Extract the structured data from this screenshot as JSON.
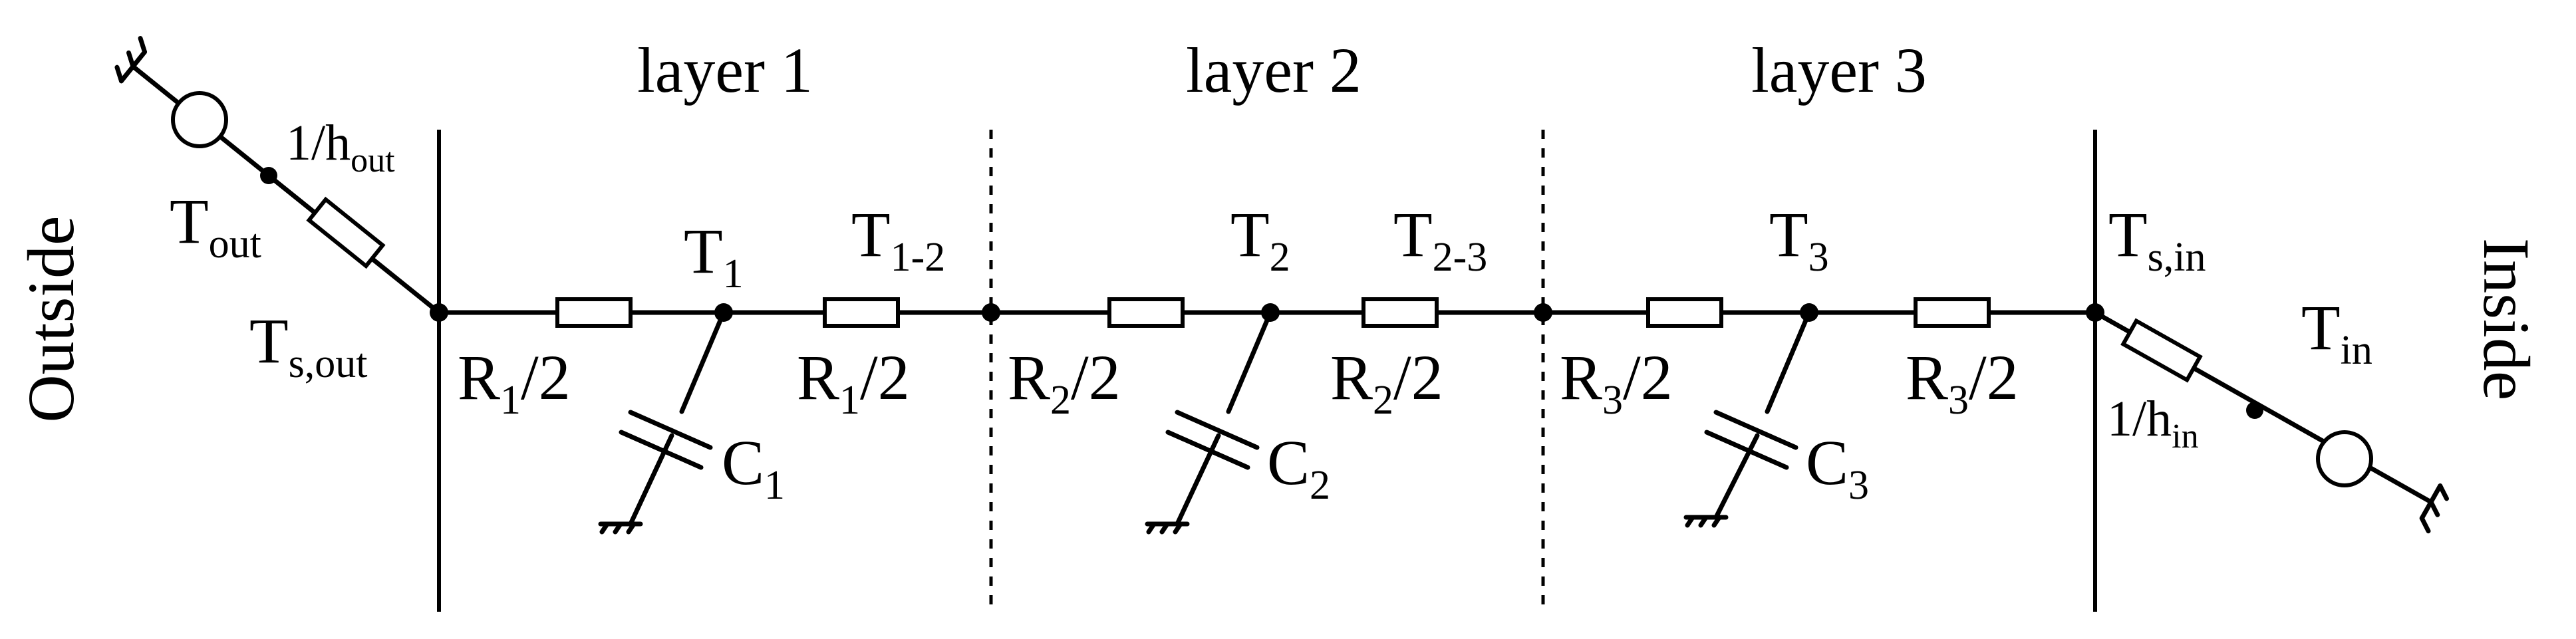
{
  "layers": [
    {
      "label": "layer 1"
    },
    {
      "label": "layer 2"
    },
    {
      "label": "layer 3"
    }
  ],
  "sides": {
    "outside": "Outside",
    "inside": "Inside"
  },
  "outside": {
    "t_out": {
      "base": "T",
      "sub": "out"
    },
    "h_out": {
      "base": "1/h",
      "sub": "out"
    },
    "t_s_out": {
      "base": "T",
      "sub": "s,out"
    }
  },
  "inside": {
    "t_s_in": {
      "base": "T",
      "sub": "s,in"
    },
    "t_in": {
      "base": "T",
      "sub": "in"
    },
    "h_in": {
      "base": "1/h",
      "sub": "in"
    }
  },
  "nodes": {
    "t1": {
      "base": "T",
      "sub": "1"
    },
    "t12": {
      "base": "T",
      "sub": "1-2"
    },
    "t2": {
      "base": "T",
      "sub": "2"
    },
    "t23": {
      "base": "T",
      "sub": "2-3"
    },
    "t3": {
      "base": "T",
      "sub": "3"
    }
  },
  "resistors": {
    "r1a": {
      "base": "R",
      "sub": "1",
      "suffix": "/2"
    },
    "r1b": {
      "base": "R",
      "sub": "1",
      "suffix": "/2"
    },
    "r2a": {
      "base": "R",
      "sub": "2",
      "suffix": "/2"
    },
    "r2b": {
      "base": "R",
      "sub": "2",
      "suffix": "/2"
    },
    "r3a": {
      "base": "R",
      "sub": "3",
      "suffix": "/2"
    },
    "r3b": {
      "base": "R",
      "sub": "3",
      "suffix": "/2"
    }
  },
  "capacitors": {
    "c1": {
      "base": "C",
      "sub": "1"
    },
    "c2": {
      "base": "C",
      "sub": "2"
    },
    "c3": {
      "base": "C",
      "sub": "3"
    }
  }
}
